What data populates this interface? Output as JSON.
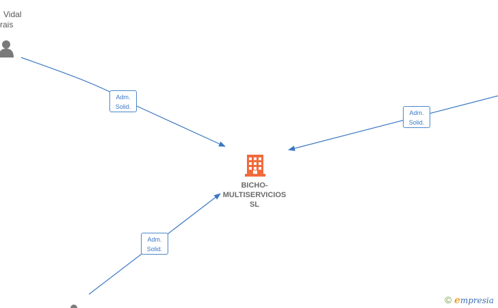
{
  "nodes": {
    "person_top_left": {
      "name_line1": "Vidal",
      "name_line2": "rais"
    },
    "company": {
      "name_lines": [
        "BICHO-",
        "MULTISERVICIOS",
        "SL"
      ],
      "icon": "building-icon",
      "color": "#f26a3c"
    },
    "person_bottom_left": {
      "icon": "person-icon"
    },
    "person_right": {
      "icon": "person-icon"
    }
  },
  "edges": [
    {
      "from": "person_top_left",
      "to": "company",
      "label_line1": "Adm.",
      "label_line2": "Solid."
    },
    {
      "from": "person_right",
      "to": "company",
      "label_line1": "Adm.",
      "label_line2": "Solid."
    },
    {
      "from": "person_bottom_left",
      "to": "company",
      "label_line1": "Adm.",
      "label_line2": "Solid."
    }
  ],
  "colors": {
    "edge": "#3b78c4",
    "person_icon": "#7a7a7a",
    "company_icon": "#f26a3c"
  },
  "watermark": {
    "copyright": "©",
    "brand_initial": "e",
    "brand_rest": "mpresia"
  }
}
